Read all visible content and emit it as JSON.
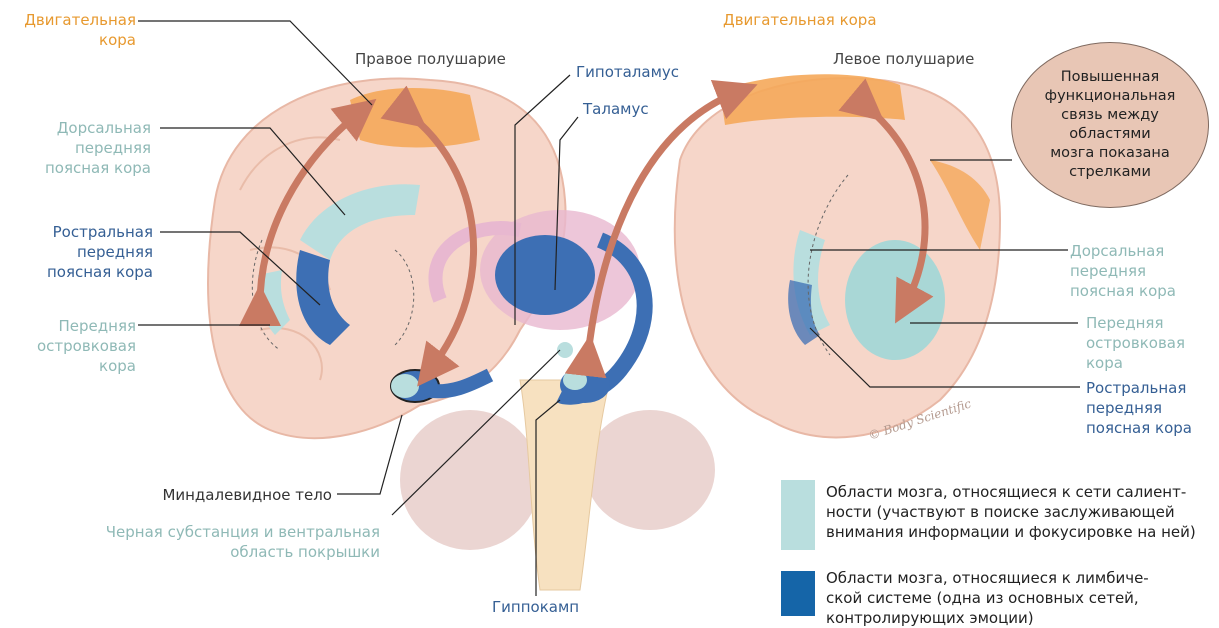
{
  "labels": {
    "motor_cortex_left": "Двигательная\nкора",
    "right_hemisphere": "Правое полушарие",
    "dorsal_acc_left": "Дорсальная\nпередняя\nпоясная кора",
    "rostral_acc_left": "Ростральная\nпередняя\nпоясная кора",
    "anterior_insula_left": "Передняя\nостровковая\nкора",
    "amygdala": "Миндалевидное тело",
    "substantia_nigra": "Черная субстанция и вентральная\nобласть покрышки",
    "hypothalamus": "Гипоталамус",
    "thalamus": "Таламус",
    "hippocampus": "Гиппокамп",
    "motor_cortex_right": "Двигательная кора",
    "left_hemisphere": "Левое полушарие",
    "dorsal_acc_right": "Дорсальная\nпередняя\nпоясная кора",
    "anterior_insula_right": "Передняя\nостровковая\nкора",
    "rostral_acc_right": "Ростральная\nпередняя\nпоясная кора"
  },
  "bubble_text": "Повышенная\nфункциональная\nсвязь между\nобластями\nмозга показана\nстрелками",
  "legend": [
    {
      "color": "#b9dede",
      "text": "Области мозга, относящиеся к сети салиент-\nности (участвуют в поиске заслуживающей\nвнимания информации и фокусировке на ней)"
    },
    {
      "color": "#1565a8",
      "text": "Области мозга, относящиеся к лимбиче-\nской системе (одна из основных сетей,\nконтролирующих эмоции)"
    }
  ],
  "watermark": "© Body Scientific",
  "colors": {
    "motor": "#f5a85a",
    "salience": "#b9dede",
    "limbic": "#3d6fb4",
    "arrow": "#c97a63",
    "brain": "#f6d6c9"
  }
}
